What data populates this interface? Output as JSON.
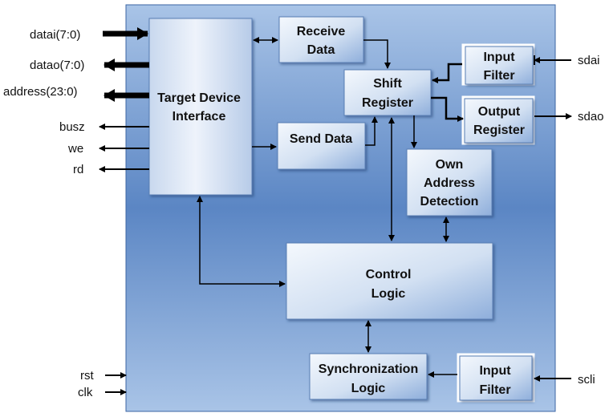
{
  "blocks": {
    "target_device_interface": [
      "Target Device",
      "Interface"
    ],
    "receive_data": [
      "Receive",
      "Data"
    ],
    "send_data": [
      "Send Data"
    ],
    "shift_register": [
      "Shift",
      "Register"
    ],
    "input_filter_top": [
      "Input",
      "Filter"
    ],
    "output_register": [
      "Output",
      "Register"
    ],
    "own_address_detection": [
      "Own",
      "Address",
      "Detection"
    ],
    "control_logic": [
      "Control",
      "Logic"
    ],
    "synchronization_logic": [
      "Synchronization",
      "Logic"
    ],
    "input_filter_bottom": [
      "Input",
      "Filter"
    ]
  },
  "ports": {
    "datai": "datai(7:0)",
    "datao": "datao(7:0)",
    "address": "address(23:0)",
    "busz": "busz",
    "we": "we",
    "rd": "rd",
    "rst": "rst",
    "clk": "clk",
    "sdai": "sdai",
    "sdao": "sdao",
    "scli": "scli"
  }
}
